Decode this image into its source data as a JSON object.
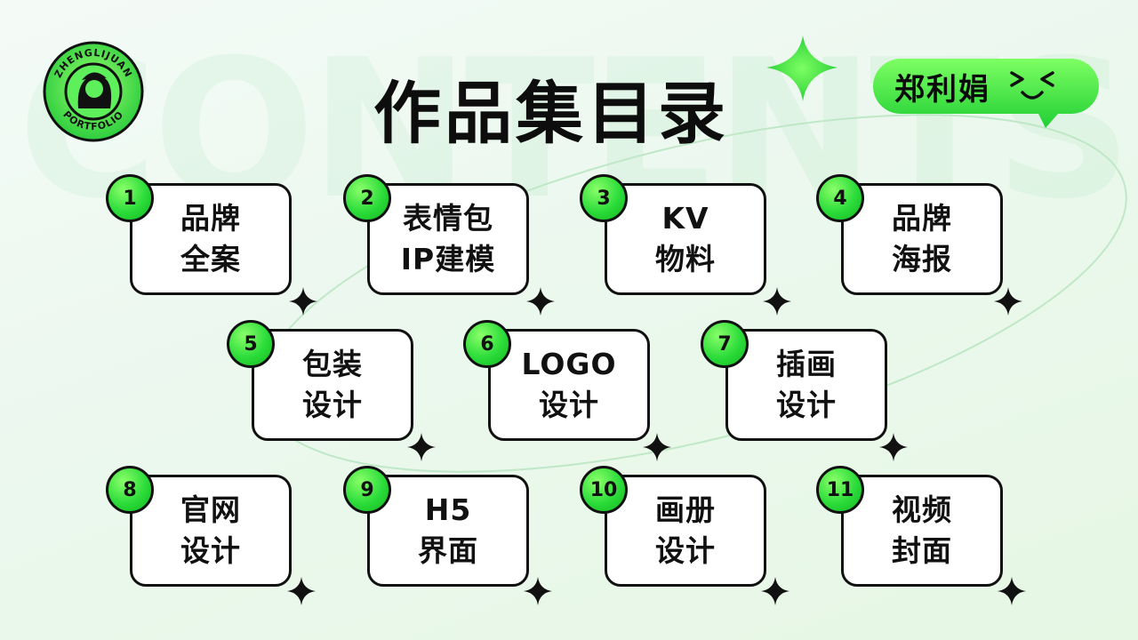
{
  "background_word": "CONTENTS",
  "logo": {
    "ring_top_text": "ZHENGLIJUAN",
    "ring_bottom_text": "PORTFOLIO",
    "icon": "girl-avatar-icon"
  },
  "title": "作品集目录",
  "name_tag": {
    "name": "郑利娟",
    "face": ">◡<"
  },
  "colors": {
    "accent_green": "#2bdc3a",
    "accent_light": "#8bff6a",
    "ink": "#111111"
  },
  "items": [
    {
      "num": "1",
      "line1": "品牌",
      "line2": "全案"
    },
    {
      "num": "2",
      "line1": "表情包",
      "line2": "IP建模"
    },
    {
      "num": "3",
      "line1": "KV",
      "line2": "物料"
    },
    {
      "num": "4",
      "line1": "品牌",
      "line2": "海报"
    },
    {
      "num": "5",
      "line1": "包装",
      "line2": "设计"
    },
    {
      "num": "6",
      "line1": "LOGO",
      "line2": "设计"
    },
    {
      "num": "7",
      "line1": "插画",
      "line2": "设计"
    },
    {
      "num": "8",
      "line1": "官网",
      "line2": "设计"
    },
    {
      "num": "9",
      "line1": "H5",
      "line2": "界面"
    },
    {
      "num": "10",
      "line1": "画册",
      "line2": "设计"
    },
    {
      "num": "11",
      "line1": "视频",
      "line2": "封面"
    }
  ]
}
